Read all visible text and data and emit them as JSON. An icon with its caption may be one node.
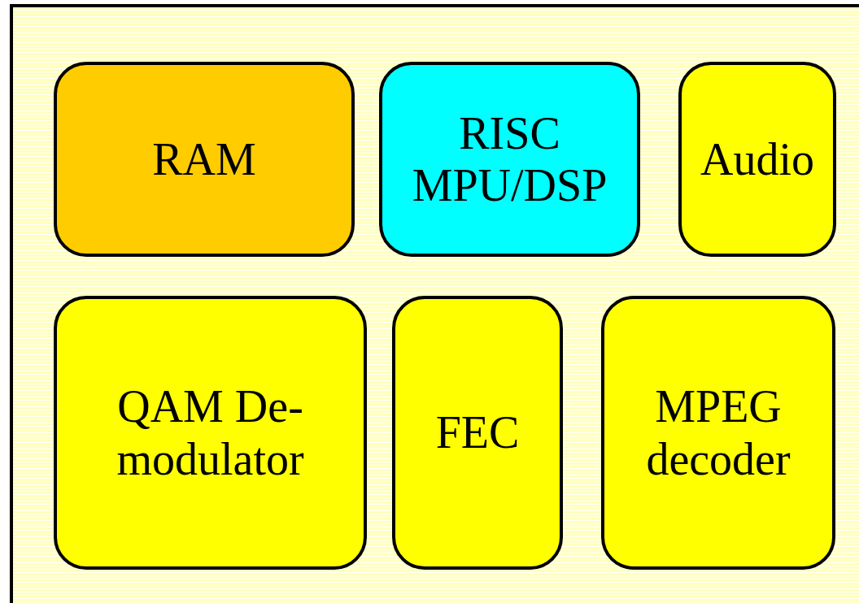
{
  "diagram": {
    "nodes": [
      {
        "text": [],
        "shape": "box"
      },
      {
        "text": [
          "RAM"
        ],
        "in": 0
      },
      {
        "text": [
          "RISC MPU/DSP"
        ],
        "in": 0
      },
      {
        "text": [
          "Audio"
        ],
        "in": 0
      },
      {
        "text": [
          "QAM De-modulator"
        ],
        "in": 0
      },
      {
        "text": [
          "FEC"
        ],
        "in": 0
      },
      {
        "text": [
          "MPEG decoder"
        ],
        "in": 0
      }
    ]
  }
}
